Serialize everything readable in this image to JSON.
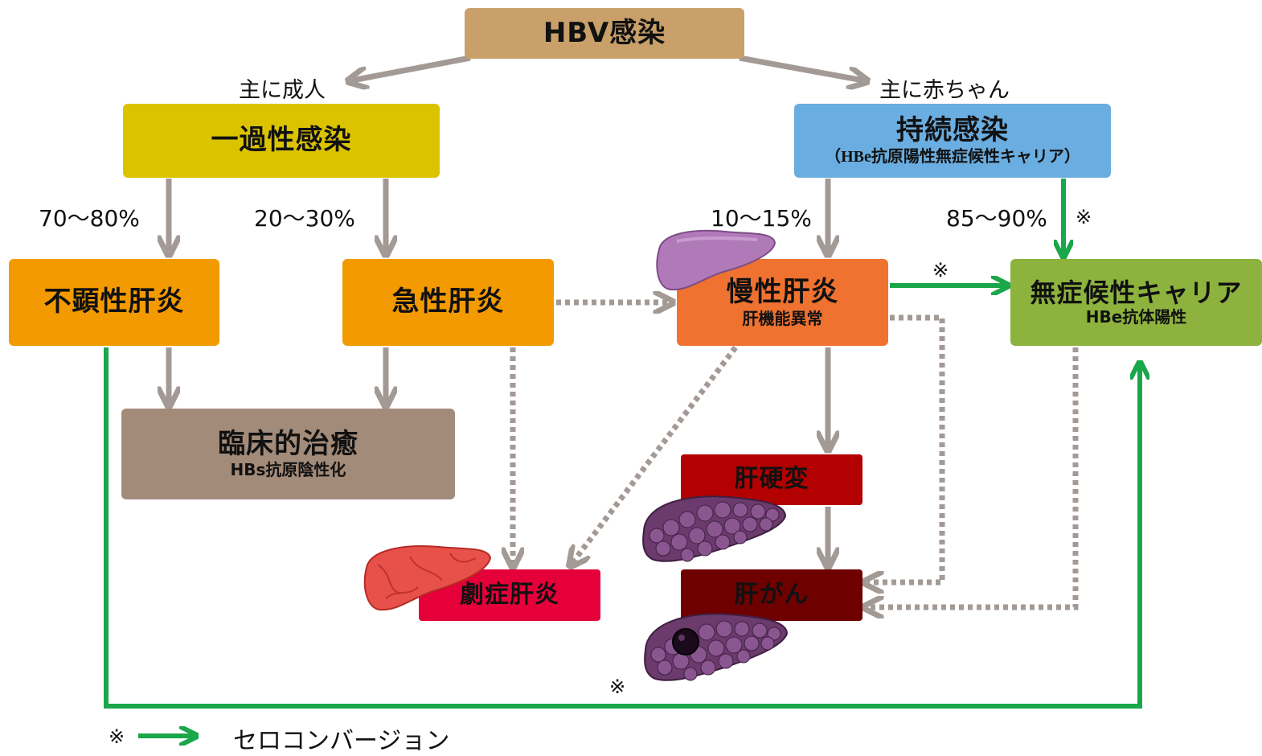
{
  "nodes": {
    "hbv": {
      "title": "HBV感染",
      "color": "#c9a06a"
    },
    "transient": {
      "title": "一過性感染",
      "color": "#dcc300"
    },
    "persistent": {
      "title": "持続感染",
      "sub": "（HBe抗原陽性無症候性キャリア）",
      "color": "#6aade0"
    },
    "inapparent": {
      "title": "不顕性肝炎",
      "color": "#f29a00"
    },
    "acute": {
      "title": "急性肝炎",
      "color": "#f29a00"
    },
    "chronic": {
      "title": "慢性肝炎",
      "sub": "肝機能異常",
      "color": "#ef7230"
    },
    "carrier": {
      "title": "無症候性キャリア",
      "sub": "HBe抗体陽性",
      "color": "#8db33e"
    },
    "cure": {
      "title": "臨床的治癒",
      "sub": "HBs抗原陰性化",
      "color": "#a38b79"
    },
    "cirrhosis": {
      "title": "肝硬変",
      "color": "#b30000"
    },
    "fulminant": {
      "title": "劇症肝炎",
      "color": "#e5003a"
    },
    "cancer": {
      "title": "肝がん",
      "color": "#6e0000"
    }
  },
  "labels": {
    "adult": "主に成人",
    "baby": "主に赤ちゃん",
    "p7080": "70〜80%",
    "p2030": "20〜30%",
    "p1015": "10〜15%",
    "p8590": "85〜90%",
    "mark": "※"
  },
  "legend": {
    "mark": "※",
    "text": "セロコンバージョン"
  },
  "colors": {
    "solid": "#a39995",
    "dotted": "#a39995",
    "green": "#1aa64a"
  },
  "icons": [
    "liver-icon",
    "necrotic-liver-icon",
    "cirrhotic-liver-icon",
    "cancer-liver-icon"
  ]
}
